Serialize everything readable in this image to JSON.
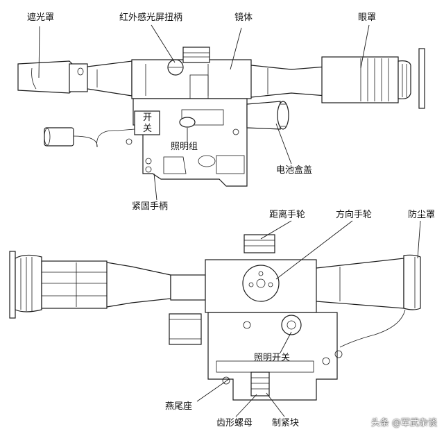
{
  "labels": {
    "sunshade_top": "遮光罩",
    "ir_knob": "红外感光屏扭柄",
    "body": "镜体",
    "eyecup_top": "眼罩",
    "switch_a": "开",
    "switch_b": "关",
    "illum_group": "照明组",
    "battery_cap": "电池盒盖",
    "clamp_handle": "紧固手柄",
    "range_wheel": "距离手轮",
    "dir_wheel": "方向手轮",
    "dust_cover": "防尘罩",
    "illum_switch": "照明开关",
    "dovetail": "燕尾座",
    "gear_nut": "齿形螺母",
    "lock_block": "制紧块"
  },
  "watermark": "头条 @军武杂谈",
  "colors": {
    "ink": "#1a1a1a",
    "background": "#ffffff"
  }
}
